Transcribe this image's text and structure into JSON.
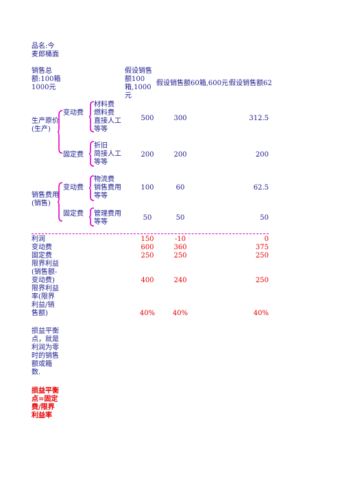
{
  "product": {
    "line1": "品名:今",
    "line2": "麦郎桶面"
  },
  "header": {
    "sales_total": [
      "销售总",
      "额:100箱",
      "1000元"
    ],
    "col1": [
      "假设销售",
      "额100",
      "箱,1000",
      "元"
    ],
    "col2": "假设销售额60箱,600元",
    "col3": "假设销售额62"
  },
  "cost": {
    "prod_cost_label": [
      "生产原价",
      "(生产)"
    ],
    "sales_cost_label": [
      "销售费用",
      "(销售)"
    ],
    "variable": "变动费",
    "fixed": "固定费",
    "prod_variable_items": [
      "材料费",
      "燃料费",
      "直接人工",
      "等等"
    ],
    "prod_fixed_items": [
      "折旧",
      "简接人工",
      "等等"
    ],
    "sales_variable_items": [
      "物流费",
      "销售费用",
      "等等"
    ],
    "sales_fixed_items": [
      "管理费用",
      "等等"
    ]
  },
  "values": {
    "prod_variable": [
      "500",
      "300",
      "312.5"
    ],
    "prod_fixed": [
      "200",
      "200",
      "200"
    ],
    "sales_variable": [
      "100",
      "60",
      "62.5"
    ],
    "sales_fixed": [
      "50",
      "50",
      "50"
    ]
  },
  "summary": {
    "profit_label": "利润",
    "variable_label": "变动费",
    "fixed_label": "固定费",
    "marginal_profit_label": [
      "限界利益",
      "(销售额-",
      "变动费)"
    ],
    "marginal_rate_label": [
      "限界利益",
      "率(限界",
      "利益/销",
      "售额)"
    ],
    "profit": [
      "150",
      "-10",
      "0"
    ],
    "variable": [
      "600",
      "360",
      "375"
    ],
    "fixed": [
      "250",
      "250",
      "250"
    ],
    "marginal_profit": [
      "400",
      "240",
      "250"
    ],
    "marginal_rate": [
      "40%",
      "40%",
      "40%"
    ]
  },
  "notes": {
    "breakeven_desc": [
      "损益平衡",
      "点，就是",
      "利润为零",
      "时的销售",
      "额或箱",
      "数."
    ],
    "formula": [
      "损益平衡",
      "点=固定",
      "费/限界",
      "利益率"
    ]
  },
  "colors": {
    "text": "#1a1a8c",
    "red": "#e60000",
    "brace": "#e000c8"
  }
}
